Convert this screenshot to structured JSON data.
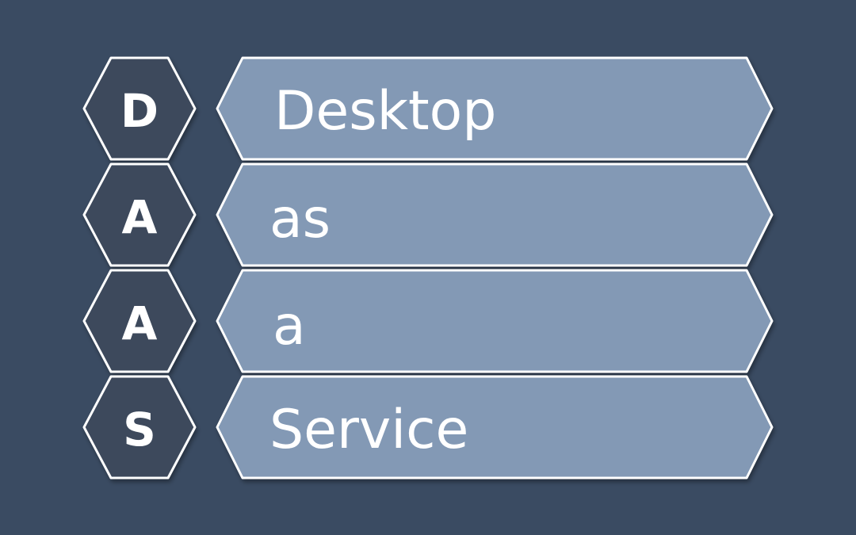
{
  "diagram": {
    "rows": [
      {
        "letter": "D",
        "word": "Desktop"
      },
      {
        "letter": "A",
        "word": "as"
      },
      {
        "letter": "A",
        "word": "a"
      },
      {
        "letter": "S",
        "word": "Service"
      }
    ],
    "colors": {
      "background": "#3a4b62",
      "hexagon_fill": "#3d4a5c",
      "banner_fill": "#8399b5",
      "outline": "#ffffff",
      "text": "#ffffff"
    }
  }
}
